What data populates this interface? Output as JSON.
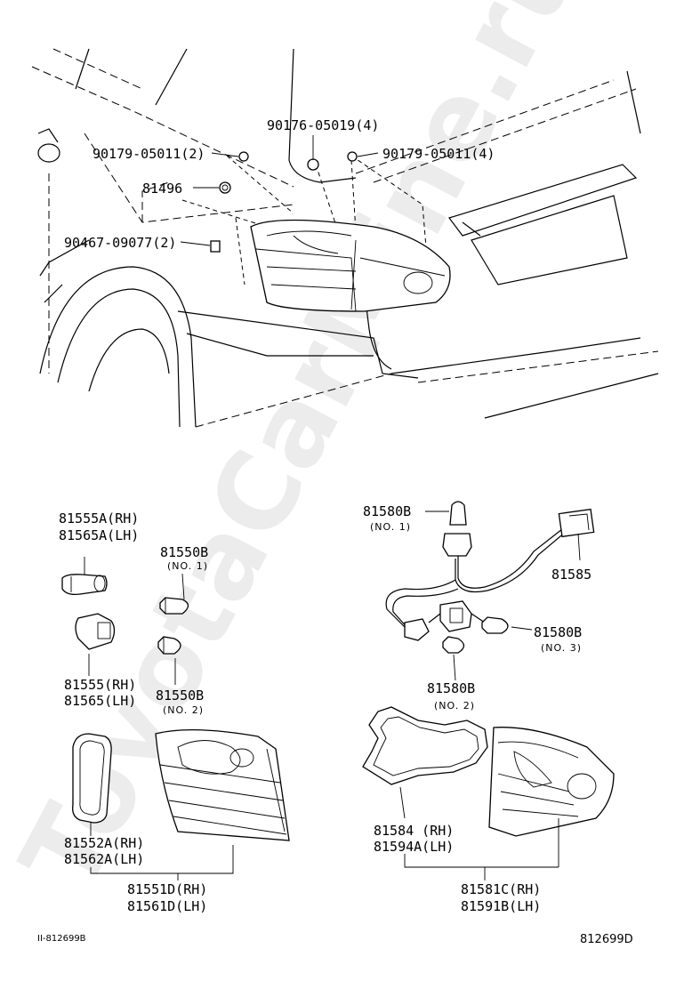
{
  "watermark": "ToyotaCarMine.ru",
  "footer": {
    "left_code": "II-812699B",
    "right_code": "812699D"
  },
  "top_labels": {
    "nut_a": "90176-05019(4)",
    "nut_b": "90179-05011(2)",
    "nut_c": "90179-05011(4)",
    "plug": "81496",
    "clip": "90467-09077(2)"
  },
  "left_labels": {
    "socket_a_rh": "81555A(RH)",
    "socket_a_lh": "81565A(LH)",
    "bulb_b_1": "81550B",
    "bulb_b_1_sub": "(NO. 1)",
    "socket_rh": "81555(RH)",
    "socket_lh": "81565(LH)",
    "bulb_b_2": "81550B",
    "bulb_b_2_sub": "(NO. 2)",
    "gasket_rh": "81552A(RH)",
    "gasket_lh": "81562A(LH)",
    "lamp_rh": "81551D(RH)",
    "lamp_lh": "81561D(LH)"
  },
  "right_labels": {
    "bulb_1": "81580B",
    "bulb_1_sub": "(NO. 1)",
    "wire": "81585",
    "bulb_3": "81580B",
    "bulb_3_sub": "(NO. 3)",
    "bulb_2": "81580B",
    "bulb_2_sub": "(NO. 2)",
    "gasket_rh": "81584 (RH)",
    "gasket_lh": "81594A(LH)",
    "lamp_rh": "81581C(RH)",
    "lamp_lh": "81591B(LH)"
  }
}
